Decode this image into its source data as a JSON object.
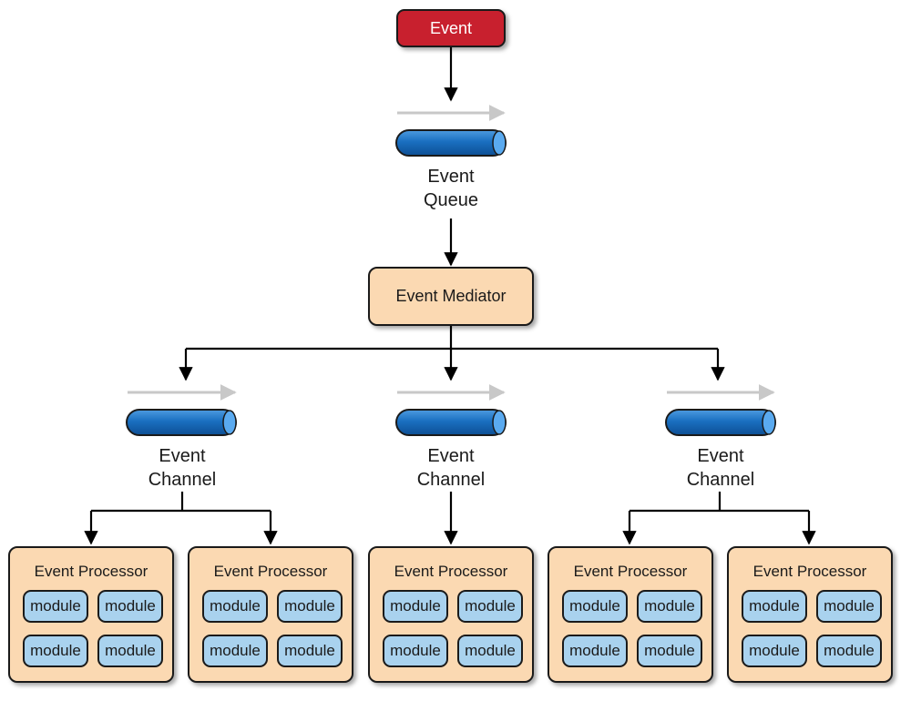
{
  "event": {
    "label": "Event"
  },
  "queue": {
    "label_line1": "Event",
    "label_line2": "Queue"
  },
  "mediator": {
    "label": "Event Mediator"
  },
  "channels": [
    {
      "label_line1": "Event",
      "label_line2": "Channel"
    },
    {
      "label_line1": "Event",
      "label_line2": "Channel"
    },
    {
      "label_line1": "Event",
      "label_line2": "Channel"
    }
  ],
  "processors": [
    {
      "title": "Event Processor",
      "modules": [
        "module",
        "module",
        "module",
        "module"
      ]
    },
    {
      "title": "Event Processor",
      "modules": [
        "module",
        "module",
        "module",
        "module"
      ]
    },
    {
      "title": "Event Processor",
      "modules": [
        "module",
        "module",
        "module",
        "module"
      ]
    },
    {
      "title": "Event Processor",
      "modules": [
        "module",
        "module",
        "module",
        "module"
      ]
    },
    {
      "title": "Event Processor",
      "modules": [
        "module",
        "module",
        "module",
        "module"
      ]
    }
  ],
  "colors": {
    "event_fill": "#c8202e",
    "box_fill": "#fbd9b2",
    "pipe_fill": "#1a6fc0",
    "module_fill": "#a9d2ee",
    "flow_arrow": "#c8c8c8"
  }
}
